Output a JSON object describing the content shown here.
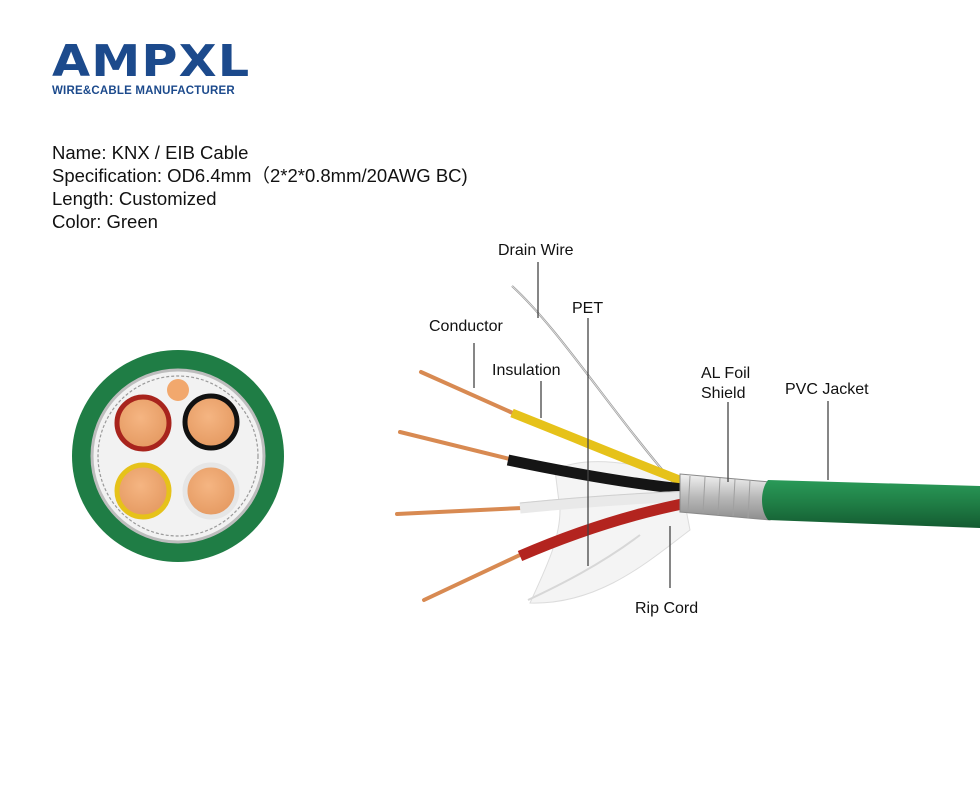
{
  "logo": {
    "wordmark": "AMPXL",
    "tagline": "WIRE&CABLE MANUFACTURER",
    "color": "#1c4a8c"
  },
  "specs": {
    "name": "Name: KNX / EIB  Cable",
    "specification": "Specification: OD6.4mm（2*2*0.8mm/20AWG BC)",
    "length": "Length: Customized",
    "color": "Color: Green"
  },
  "labels": {
    "drain_wire": "Drain Wire",
    "pet": "PET",
    "conductor": "Conductor",
    "insulation": "Insulation",
    "al_foil_line1": "AL Foil",
    "al_foil_line2": "Shield",
    "pvc_jacket": "PVC Jacket",
    "rip_cord": "Rip Cord"
  },
  "colors": {
    "jacket_green": "#1f7d45",
    "copper": "#e8a06a",
    "red_core": "#b3241f",
    "black_core": "#111111",
    "yellow_core": "#e6c21a",
    "white_core": "#eeeeee",
    "foil": "#c9c9c9"
  }
}
